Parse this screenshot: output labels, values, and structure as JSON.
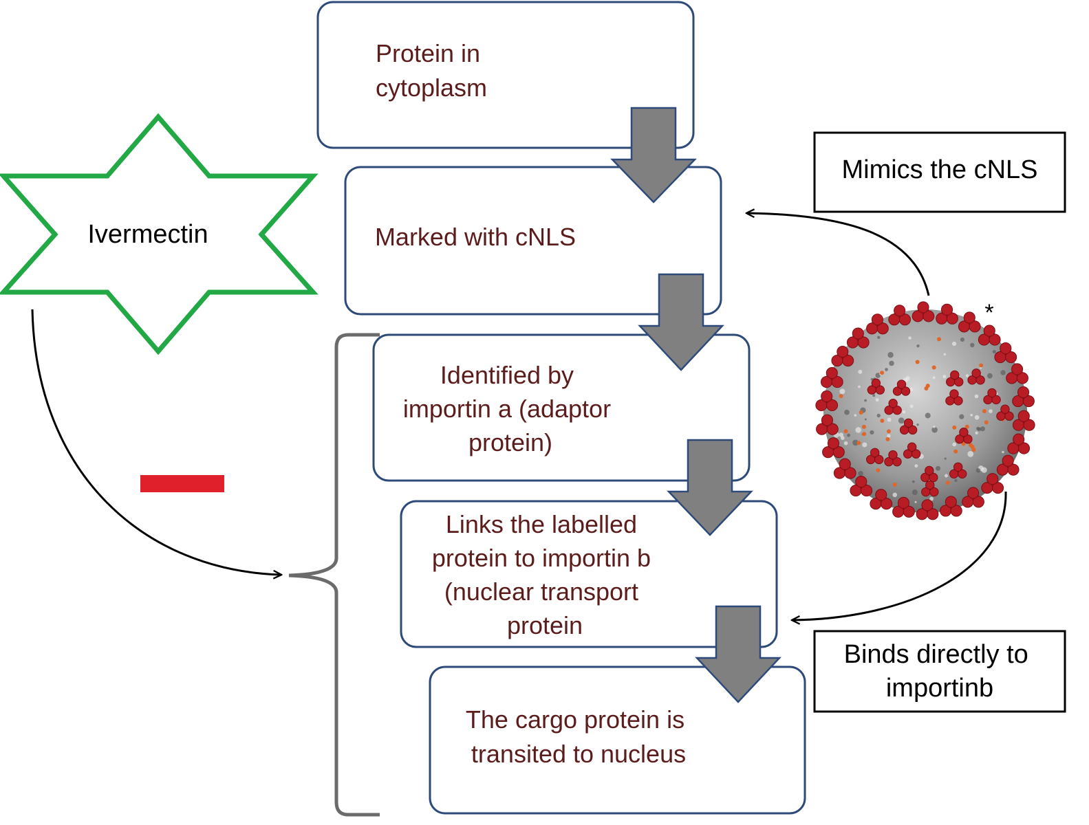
{
  "steps": [
    {
      "lines": [
        "Protein in",
        "cytoplasm"
      ]
    },
    {
      "lines": [
        "Marked with cNLS"
      ]
    },
    {
      "lines": [
        "Identified by",
        "importin a (adaptor",
        "protein)"
      ]
    },
    {
      "lines": [
        "Links the labelled",
        "protein to importin b",
        "(nuclear transport",
        "protein"
      ]
    },
    {
      "lines": [
        "The cargo protein is",
        "transited to nucleus"
      ]
    }
  ],
  "drug": {
    "label": "Ivermectin"
  },
  "annotations": {
    "mimics": {
      "label": "Mimics the cNLS"
    },
    "binds": {
      "lines": [
        "Binds directly to",
        "importinb"
      ]
    },
    "asterisk": "*"
  },
  "colors": {
    "box_border": "#2d4a7a",
    "step_text": "#5c1c1c",
    "arrow_fill": "#808080",
    "arrow_stroke": "#2d4a7a",
    "star": "#22a845",
    "inhibit": "#e0202a",
    "bracket": "#6b6b6b",
    "virus_spike": "#b81c24",
    "virus_body": "#a8a8a8"
  },
  "icons": {
    "drug_shape": "six-point-star-outline",
    "inhibition": "red-minus-bar",
    "virus": "coronavirus-icon"
  }
}
